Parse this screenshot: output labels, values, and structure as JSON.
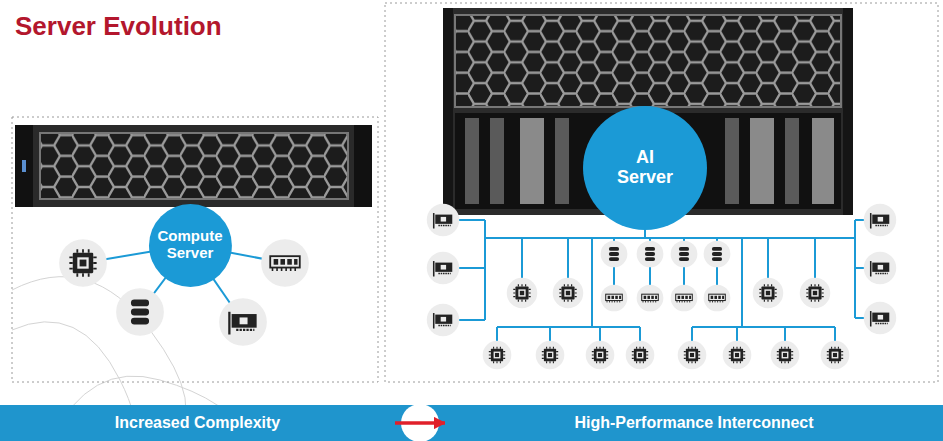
{
  "diagram": {
    "title": "Server Evolution",
    "nodes": [
      {
        "text": [
          "Compute Server"
        ]
      },
      {
        "text": [
          "AI Server"
        ]
      },
      {
        "text": [
          "Increased Complexity"
        ]
      },
      {
        "text": [
          "High-Performance Interconnect"
        ]
      }
    ],
    "edges": [
      {
        "from": 2,
        "to": 3,
        "arrow": "to"
      }
    ]
  }
}
